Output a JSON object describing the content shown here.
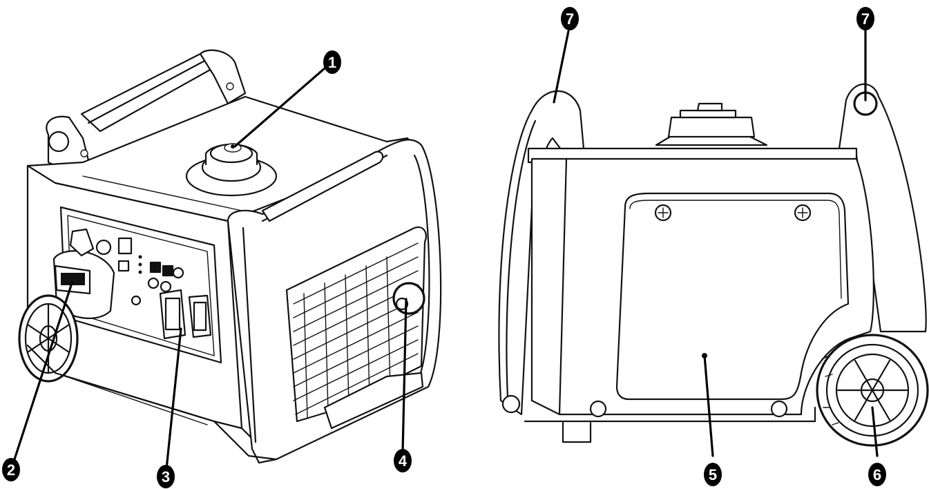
{
  "callouts": [
    {
      "id": "1",
      "label": "1"
    },
    {
      "id": "2",
      "label": "2"
    },
    {
      "id": "3",
      "label": "3"
    },
    {
      "id": "4",
      "label": "4"
    },
    {
      "id": "5",
      "label": "5"
    },
    {
      "id": "6",
      "label": "6"
    },
    {
      "id": "7a",
      "label": "7"
    },
    {
      "id": "7b",
      "label": "7"
    }
  ],
  "colors": {
    "line": "#111111",
    "callout": "#000000",
    "background": "#ffffff"
  }
}
